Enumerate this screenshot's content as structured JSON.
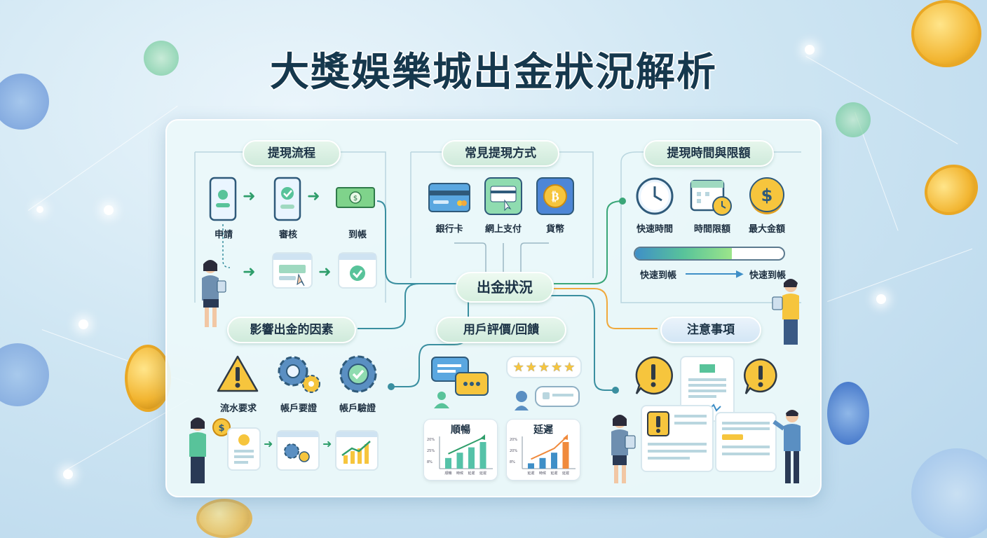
{
  "title": "大獎娛樂城出金狀況解析",
  "center": {
    "label": "出金狀況"
  },
  "sections": {
    "process": {
      "title": "提現流程",
      "steps": [
        "申請",
        "審核",
        "到帳"
      ]
    },
    "methods": {
      "title": "常見提現方式",
      "items": [
        "銀行卡",
        "網上支付",
        "貨幣"
      ]
    },
    "time_limits": {
      "title": "提現時間與限額",
      "items": [
        "快速時間",
        "時間限額",
        "最大金額"
      ],
      "progress": {
        "from": "快速到帳",
        "to": "快速到帳",
        "fill": 0.65
      }
    },
    "factors": {
      "title": "影響出金的因素",
      "items": [
        "流水要求",
        "帳戶要證",
        "帳戶驗證"
      ]
    },
    "feedback": {
      "title": "用戶評價/回饋",
      "rating_stars": 5,
      "charts": [
        {
          "title": "順暢",
          "yticks": [
            "20%",
            "25%",
            "8%"
          ],
          "xticks": [
            "順暢",
            "時候",
            "延遲",
            "延遲"
          ],
          "values": [
            2,
            3,
            4,
            5
          ]
        },
        {
          "title": "延遲",
          "yticks": [
            "20%",
            "20%",
            "8%"
          ],
          "xticks": [
            "延遲",
            "時候",
            "延遲",
            "延遲"
          ],
          "values": [
            1,
            2,
            3,
            5
          ]
        }
      ]
    },
    "notes": {
      "title": "注意事項"
    }
  },
  "colors": {
    "accent_green": "#2f9e6b",
    "accent_blue": "#3f8fc7",
    "warning_yellow": "#f6c53d",
    "chart_teal": "#55c2a8",
    "chart_orange": "#f08a3c",
    "link_orange": "#f0a93c"
  }
}
